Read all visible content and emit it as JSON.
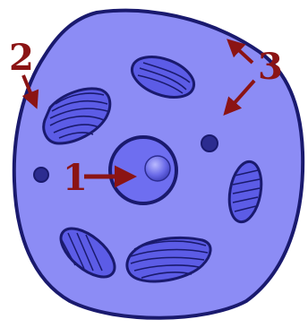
{
  "labels": {
    "nucleus": "1",
    "cell_membrane": "2",
    "cytoplasm": "3"
  },
  "colors": {
    "label": "#8b1414",
    "outline": "#1a1a6e",
    "cytoplasm": "#8c8cf5",
    "nucleus_fill": "#6e6ef0",
    "nucleolus": "#5a5ad8",
    "organelle_fill": "#5c5ce6",
    "granule": "#2c2c90",
    "background": "#ffffff"
  }
}
